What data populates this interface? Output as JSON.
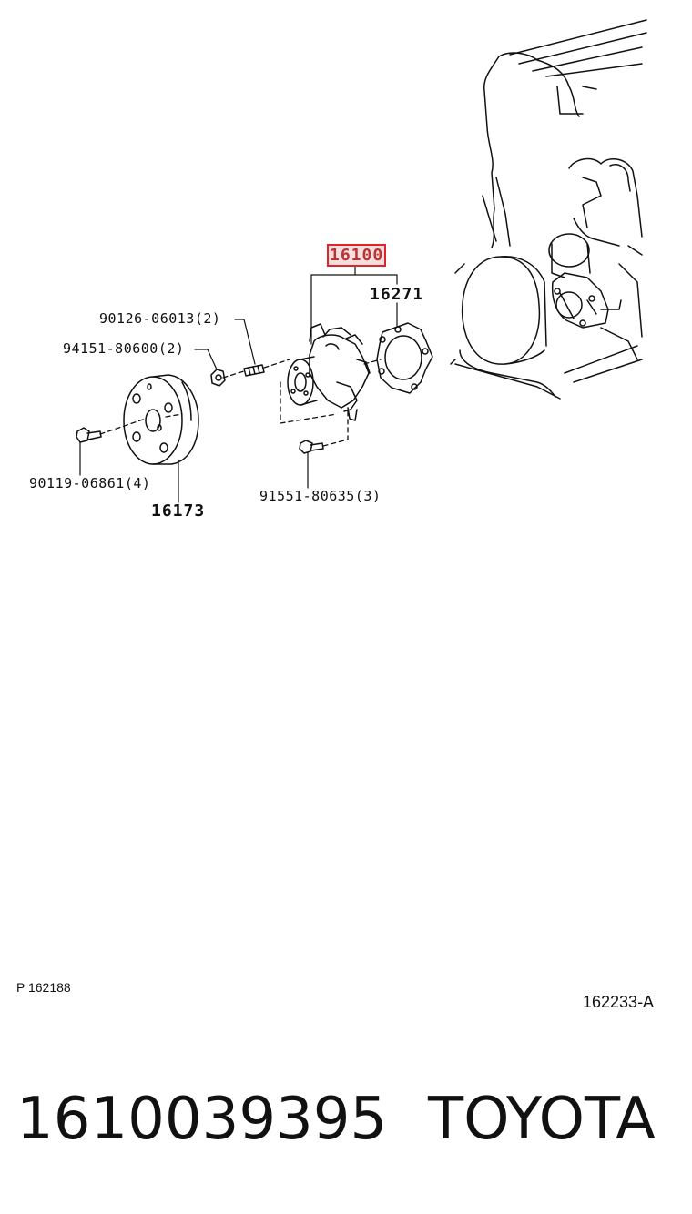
{
  "parts": {
    "water_pump": "16100",
    "gasket": "16271",
    "stud": "90126-06013(2)",
    "nut": "94151-80600(2)",
    "pulley_bolt": "90119-06861(4)",
    "pulley": "16173",
    "pump_bolt": "91551-80635(3)"
  },
  "footer": {
    "page_code": "P 162188",
    "illustration_code": "162233-A"
  },
  "caption": {
    "part_number": "1610039395",
    "brand": "TOYOTA"
  },
  "colors": {
    "highlight_border": "#e0242c",
    "line": "#111111"
  }
}
